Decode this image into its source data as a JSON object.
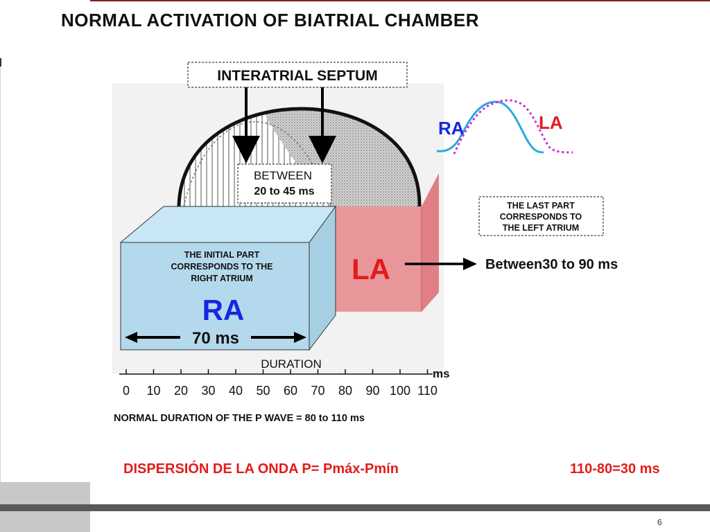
{
  "title": "NORMAL ACTIVATION OF BIATRIAL CHAMBER",
  "diagram": {
    "septum_label": "INTERATRIAL SEPTUM",
    "between_line1": "BETWEEN",
    "between_line2": "20 to 45 ms",
    "ra_note_line1": "THE INITIAL PART",
    "ra_note_line2": "CORRESPONDS TO THE",
    "ra_note_line3": "RIGHT ATRIUM",
    "ra_label": "RA",
    "ra_duration": "70 ms",
    "la_label": "LA",
    "la_note_line1": "THE LAST PART",
    "la_note_line2": "CORRESPONDS TO",
    "la_note_line3": "THE LEFT ATRIUM",
    "la_duration": "Between30 to 90 ms",
    "duration_label": "DURATION",
    "axis_unit": "ms",
    "axis_ticks": [
      "0",
      "10",
      "20",
      "30",
      "40",
      "50",
      "60",
      "70",
      "80",
      "90",
      "100",
      "110"
    ],
    "pwave_note": "NORMAL DURATION OF THE P WAVE = 80 to 110 ms",
    "wave_ra_label": "RA",
    "wave_la_label": "LA"
  },
  "formula": {
    "left": "DISPERSIÓN DE LA ONDA P= Pmáx-Pmín",
    "right": "110-80=30 ms"
  },
  "page_number": "6",
  "colors": {
    "ra_face": "#b4d9ec",
    "la_face": "#e9969b",
    "la_side": "#e27f86",
    "ra_text": "#1428e0",
    "la_text": "#e31b1b",
    "wave_ra": "#29a9dd",
    "wave_la": "#d61fd6"
  }
}
